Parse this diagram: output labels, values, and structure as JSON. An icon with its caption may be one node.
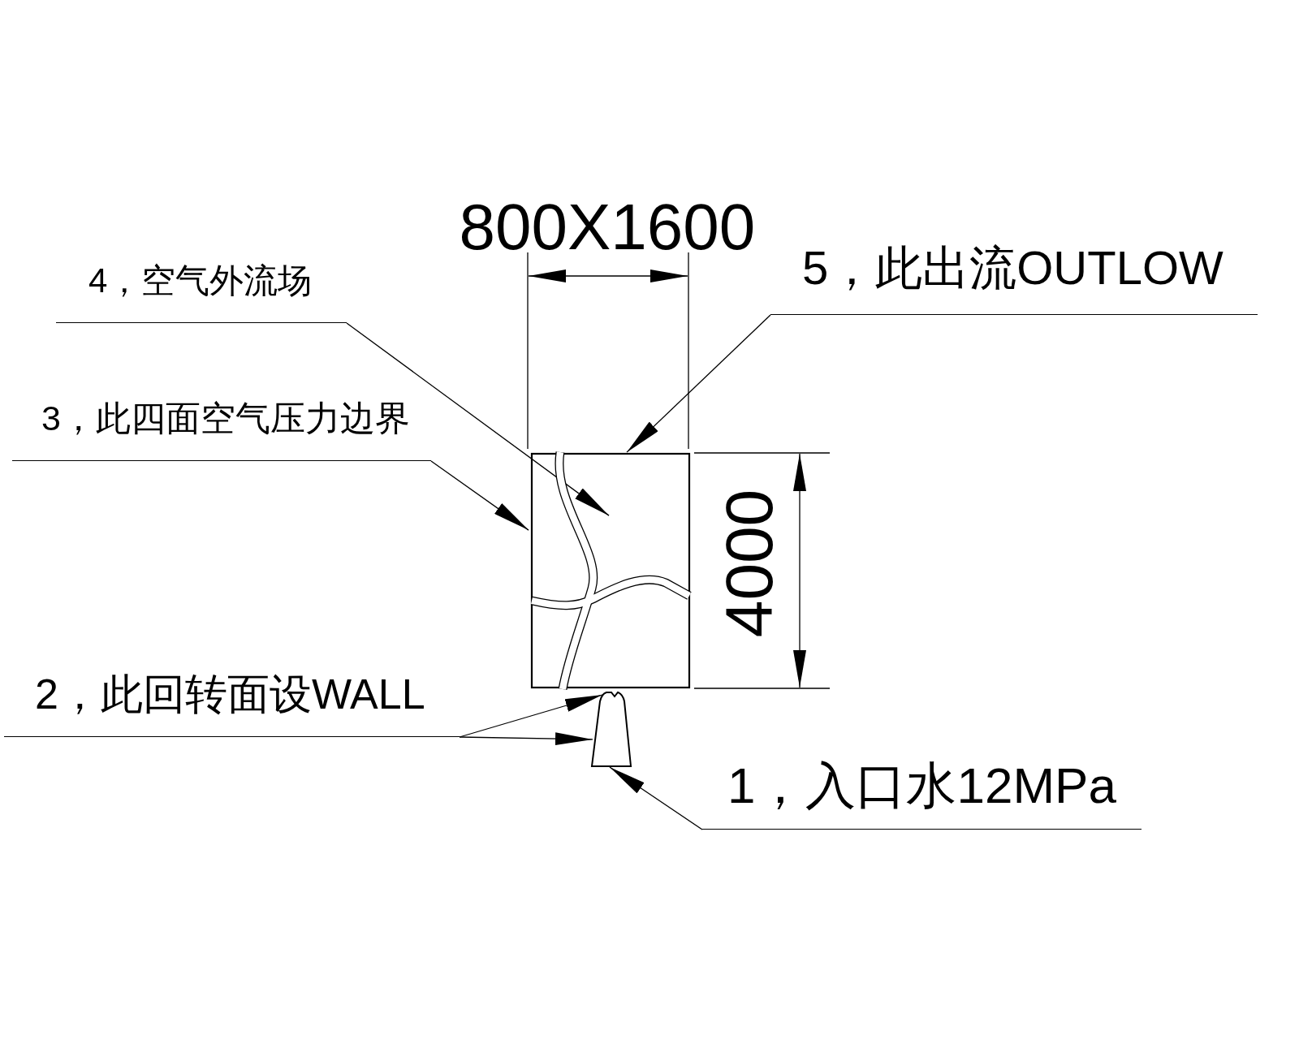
{
  "diagram": {
    "nodes": [
      {
        "text": [
          "4，空气外流场"
        ]
      },
      {
        "text": [
          "3，此四面空气压力边界"
        ]
      },
      {
        "text": [
          "5，此出流OUTLOW"
        ]
      },
      {
        "text": [],
        "shape": "box"
      },
      {
        "text": [
          "2，此回转面设WALL"
        ]
      },
      {
        "text": [],
        "shape": "trapezoid"
      },
      {
        "text": [
          "1，入口水12MPa"
        ]
      }
    ],
    "edges": [
      {
        "from": 0,
        "to": 3,
        "arrow": "to"
      },
      {
        "from": 1,
        "to": 3,
        "arrow": "to"
      },
      {
        "from": 2,
        "to": 3,
        "arrow": "to"
      },
      {
        "from": 4,
        "to": 5,
        "arrow": "to"
      },
      {
        "from": 4,
        "to": 5,
        "arrow": "to"
      },
      {
        "from": 6,
        "to": 5,
        "arrow": "to"
      }
    ],
    "labels": [
      "800X1600",
      "4000"
    ]
  }
}
